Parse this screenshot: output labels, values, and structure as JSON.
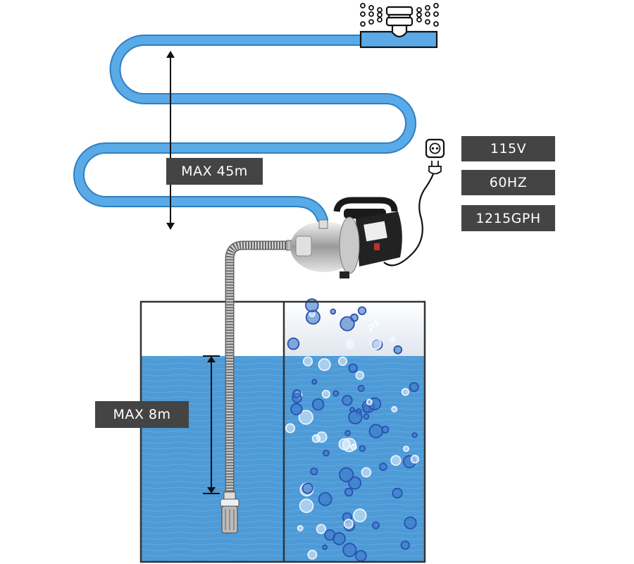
{
  "labels": {
    "max_head": "MAX 45m",
    "max_suction": "MAX 8m"
  },
  "specs": {
    "voltage": "115V",
    "frequency": "60HZ",
    "flow": "1215GPH"
  },
  "colors": {
    "hose": "#5aaae8",
    "water": "#4c98d4",
    "label_bg": "#444444",
    "bubble": "#2b50b0"
  },
  "icons": [
    "sprinkler-icon",
    "power-socket-icon",
    "power-plug-icon",
    "water-pump",
    "foot-valve-strainer"
  ]
}
